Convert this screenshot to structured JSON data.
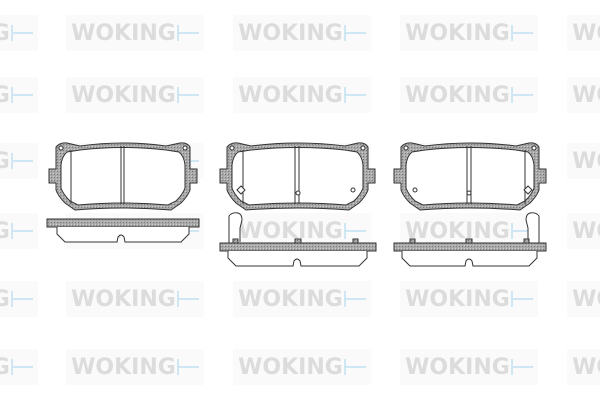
{
  "watermark": {
    "text": "WOKING",
    "text_color": "#dcdcdc",
    "accent_color": "#cfe6f5",
    "tile_background": "#fafafa",
    "columns_x": [
      -100,
      66,
      233,
      400,
      567
    ],
    "rows_y": [
      15,
      77,
      143,
      213,
      281,
      349
    ]
  },
  "figure": {
    "description": "Technical line drawing of three brake pad variants, each shown in front view and side (edge) view",
    "line_color": "#333333",
    "hatch_color": "#888888",
    "pads": [
      {
        "id": "pad-1",
        "variant": "plain",
        "wear_indicator": "none"
      },
      {
        "id": "pad-2",
        "variant": "wear-sensor-left",
        "wear_indicator": "left"
      },
      {
        "id": "pad-3",
        "variant": "wear-sensor-right",
        "wear_indicator": "right"
      }
    ]
  }
}
